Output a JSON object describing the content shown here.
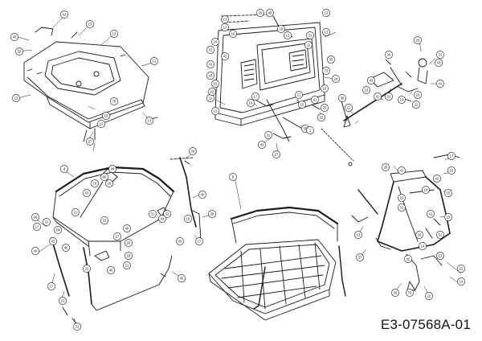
{
  "drawing_code": "E3-07568A-01",
  "callouts": [
    "43",
    "32",
    "13",
    "42",
    "13",
    "13",
    "13",
    "13",
    "76",
    "15",
    "13",
    "27",
    "11",
    "12",
    "13",
    "13",
    "16",
    "24",
    "41",
    "42",
    "41",
    "43",
    "31",
    "22",
    "29",
    "46",
    "16",
    "13",
    "31",
    "11",
    "13",
    "35",
    "73",
    "24",
    "16",
    "41",
    "25",
    "33",
    "38",
    "12",
    "15",
    "27",
    "1",
    "43",
    "31",
    "17",
    "16",
    "13",
    "38",
    "12",
    "40",
    "26",
    "21",
    "43",
    "41",
    "43",
    "31",
    "16",
    "16",
    "11",
    "41",
    "13",
    "4",
    "44",
    "40",
    "16",
    "16",
    "33",
    "21",
    "15",
    "40",
    "27",
    "20",
    "18",
    "21",
    "36",
    "17",
    "31",
    "42",
    "40",
    "40",
    "31",
    "46",
    "17",
    "21",
    "31",
    "84",
    "26",
    "40",
    "38",
    "16",
    "54",
    "33",
    "31",
    "43",
    "17",
    "40",
    "8",
    "26",
    "41",
    "17",
    "16",
    "15",
    "42",
    "14",
    "21",
    "31",
    "41",
    "16",
    "51",
    "14",
    "42",
    "13",
    "22",
    "14",
    "26",
    "70",
    "22",
    "37",
    "13",
    "26"
  ],
  "colors": {
    "ink": "#1a1a1a",
    "paper": "#ffffff"
  }
}
